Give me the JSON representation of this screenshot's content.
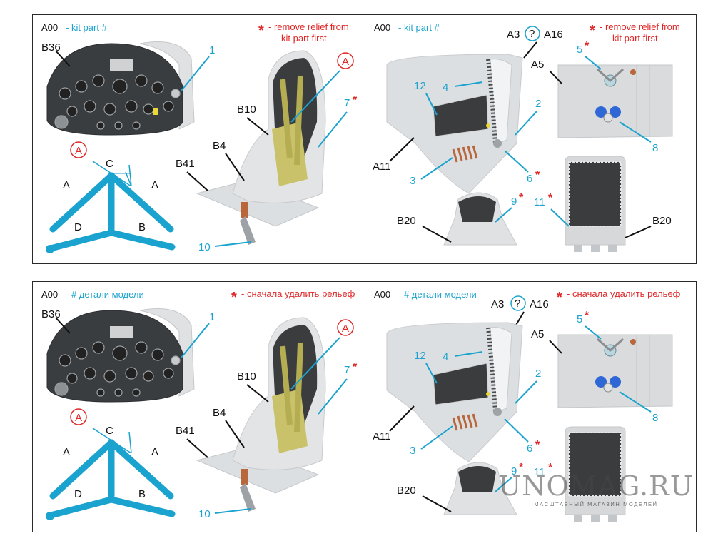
{
  "colors": {
    "accent": "#1ba3cf",
    "mark": "#e02828",
    "ink": "#111111",
    "dark": "#3a3d40",
    "part": "#d4d6d8"
  },
  "panels": {
    "top_left": {
      "legend_code": "A00",
      "legend_text": "- kit part #",
      "note_star": "*",
      "note_line1": "- remove relief from",
      "note_line2": "kit part first",
      "parts": {
        "b36": "B36",
        "one": "1",
        "a_circle": "A",
        "b10": "B10",
        "seven": "7",
        "seven_star": "*",
        "b4": "B4",
        "b41": "B41",
        "ten": "10"
      },
      "harness": {
        "circle": "A",
        "c": "C",
        "a_left": "A",
        "a_right": "A",
        "d": "D",
        "b": "B"
      }
    },
    "top_right": {
      "legend_code": "A00",
      "legend_text": "- kit part #",
      "note_star": "*",
      "note_line1": "- remove relief from",
      "note_line2": "kit part first",
      "parts": {
        "a3": "A3",
        "q": "?",
        "a16": "A16",
        "five": "5",
        "five_star": "*",
        "a5": "A5",
        "twelve": "12",
        "four": "4",
        "two": "2",
        "a11": "A11",
        "three": "3",
        "six": "6",
        "six_star": "*",
        "eight": "8",
        "nine": "9",
        "nine_star": "*",
        "eleven": "11",
        "eleven_star": "*",
        "b20_left": "B20",
        "b20_right": "B20"
      }
    },
    "bottom_left": {
      "legend_code": "A00",
      "legend_text": "- # детали модели",
      "note_star": "*",
      "note_line1": "- сначала удалить рельеф",
      "note_line2": "",
      "parts": {
        "b36": "B36",
        "one": "1",
        "a_circle": "A",
        "b10": "B10",
        "seven": "7",
        "seven_star": "*",
        "b4": "B4",
        "b41": "B41",
        "ten": "10"
      },
      "harness": {
        "circle": "A",
        "c": "C",
        "a_left": "A",
        "a_right": "A",
        "d": "D",
        "b": "B"
      }
    },
    "bottom_right": {
      "legend_code": "A00",
      "legend_text": "- # детали модели",
      "note_star": "*",
      "note_line1": "- сначала удалить рельеф",
      "note_line2": "",
      "parts": {
        "a3": "A3",
        "q": "?",
        "a16": "A16",
        "five": "5",
        "five_star": "*",
        "a5": "A5",
        "twelve": "12",
        "four": "4",
        "two": "2",
        "a11": "A11",
        "three": "3",
        "six": "6",
        "six_star": "*",
        "eight": "8",
        "nine": "9",
        "nine_star": "*",
        "eleven": "11",
        "eleven_star": "*",
        "b20_left": "B20",
        "b20_right": ""
      }
    }
  },
  "watermark": {
    "brand": "UNOMAG.RU",
    "tagline": "МАСШТАБНЫЙ МАГАЗИН МОДЕЛЕЙ"
  }
}
